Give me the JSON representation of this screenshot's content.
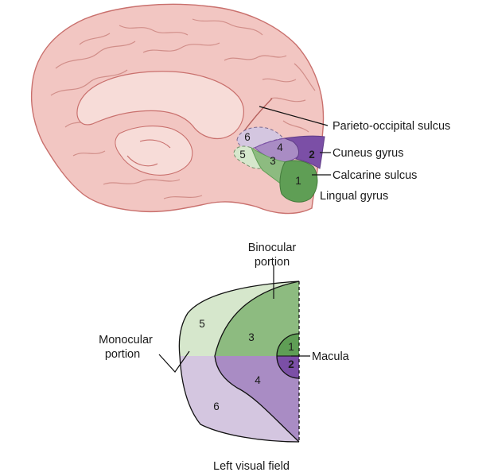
{
  "brain": {
    "labels": {
      "parieto_occipital": "Parieto-occipital sulcus",
      "cuneus": "Cuneus gyrus",
      "calcarine": "Calcarine sulcus",
      "lingual": "Lingual gyrus"
    },
    "regions": [
      "1",
      "2",
      "3",
      "4",
      "5",
      "6"
    ]
  },
  "field": {
    "binocular_line1": "Binocular",
    "binocular_line2": "portion",
    "monocular_line1": "Monocular",
    "monocular_line2": "portion",
    "macula": "Macula",
    "caption": "Left visual field",
    "regions": [
      "1",
      "2",
      "3",
      "4",
      "5",
      "6"
    ]
  },
  "colors": {
    "brain_fill": "#f2c6c2",
    "brain_outline": "#c9706d",
    "light_green": "#d6e7cc",
    "mid_green": "#8dbb80",
    "dark_green": "#5f9e55",
    "light_purple": "#d4c6e0",
    "mid_purple": "#a98cc4",
    "dark_purple": "#7b4fa6"
  }
}
